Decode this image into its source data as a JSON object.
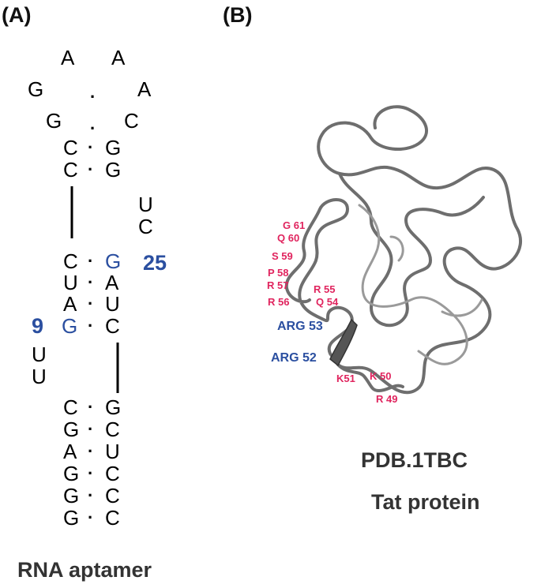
{
  "panels": {
    "a_label": "(A)",
    "b_label": "(B)"
  },
  "aptamer": {
    "caption": "RNA aptamer",
    "loop": {
      "top_left": "A",
      "top_right": "A",
      "mid_left": "G",
      "mid_dot": ".",
      "mid_right": "A",
      "low_left": "G",
      "low_dot": ".",
      "low_right": "C"
    },
    "upper_stem": [
      {
        "left": "C",
        "dot": "·",
        "right": "G"
      },
      {
        "left": "C",
        "dot": "·",
        "right": "G"
      }
    ],
    "bulge_right": [
      "U",
      "C"
    ],
    "middle_stem": [
      {
        "left": "C",
        "dot": "·",
        "right": "G"
      },
      {
        "left": "U",
        "dot": "·",
        "right": "A"
      },
      {
        "left": "A",
        "dot": "·",
        "right": "U"
      },
      {
        "left": "G",
        "dot": "·",
        "right": "C"
      }
    ],
    "bulge_left": [
      "U",
      "U"
    ],
    "lower_stem": [
      {
        "left": "C",
        "dot": "·",
        "right": "G"
      },
      {
        "left": "G",
        "dot": "·",
        "right": "C"
      },
      {
        "left": "A",
        "dot": "·",
        "right": "U"
      },
      {
        "left": "G",
        "dot": "·",
        "right": "C"
      },
      {
        "left": "G",
        "dot": "·",
        "right": "C"
      },
      {
        "left": "G",
        "dot": "·",
        "right": "C"
      }
    ],
    "number_25": "25",
    "number_9": "9",
    "highlight_color": "#2b4fa0"
  },
  "protein": {
    "title": "PDB.1TBC",
    "subtitle": "Tat protein",
    "residue_color": "#e0245e",
    "arg_color": "#2b4fa0",
    "residues": {
      "g61": "G 61",
      "q60": "Q 60",
      "s59": "S 59",
      "p58": "P 58",
      "r57": "R 57",
      "r56": "R 56",
      "r55": "R 55",
      "q54": "Q 54",
      "k51": "K51",
      "k50": "K 50",
      "r49": "R 49"
    },
    "arg53": "ARG 53",
    "arg52": "ARG 52"
  }
}
